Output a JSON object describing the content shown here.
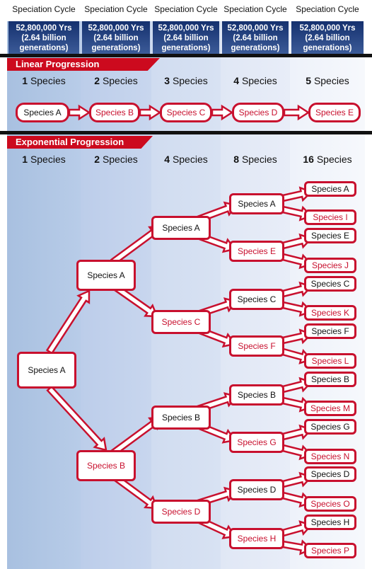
{
  "columns": [
    {
      "header": "Speciation Cycle",
      "gen_line1": "52,800,000 Yrs",
      "gen_line2": "(2.64 billion",
      "gen_line3": "generations)",
      "linear_num": "1",
      "exp_num": "1"
    },
    {
      "header": "Speciation Cycle",
      "gen_line1": "52,800,000 Yrs",
      "gen_line2": "(2.64 billion",
      "gen_line3": "generations)",
      "linear_num": "2",
      "exp_num": "2"
    },
    {
      "header": "Speciation Cycle",
      "gen_line1": "52,800,000 Yrs",
      "gen_line2": "(2.64 billion",
      "gen_line3": "generations)",
      "linear_num": "3",
      "exp_num": "4"
    },
    {
      "header": "Speciation Cycle",
      "gen_line1": "52,800,000 Yrs",
      "gen_line2": "(2.64 billion",
      "gen_line3": "generations)",
      "linear_num": "4",
      "exp_num": "8"
    },
    {
      "header": "Speciation Cycle",
      "gen_line1": "52,800,000 Yrs",
      "gen_line2": "(2.64 billion",
      "gen_line3": "generations)",
      "linear_num": "5",
      "exp_num": "16"
    }
  ],
  "species_word": "Species",
  "linear_title": "Linear Progression",
  "exponential_title": "Exponential Progression",
  "linear_nodes": [
    "Species A",
    "Species B",
    "Species C",
    "Species D",
    "Species E"
  ],
  "tree": {
    "c0": [
      "Species A"
    ],
    "c1": [
      "Species A",
      "Species B"
    ],
    "c2": [
      "Species A",
      "Species C",
      "Species B",
      "Species D"
    ],
    "c3": [
      "Species A",
      "Species E",
      "Species C",
      "Species F",
      "Species B",
      "Species G",
      "Species D",
      "Species H"
    ],
    "c4": [
      "Species A",
      "Species I",
      "Species E",
      "Species J",
      "Species C",
      "Species K",
      "Species F",
      "Species L",
      "Species B",
      "Species M",
      "Species G",
      "Species N",
      "Species D",
      "Species O",
      "Species H",
      "Species P"
    ]
  },
  "colors": {
    "accent": "#c8102e",
    "banner": "#cc0a1e",
    "header_dark": "#1f3a78"
  }
}
